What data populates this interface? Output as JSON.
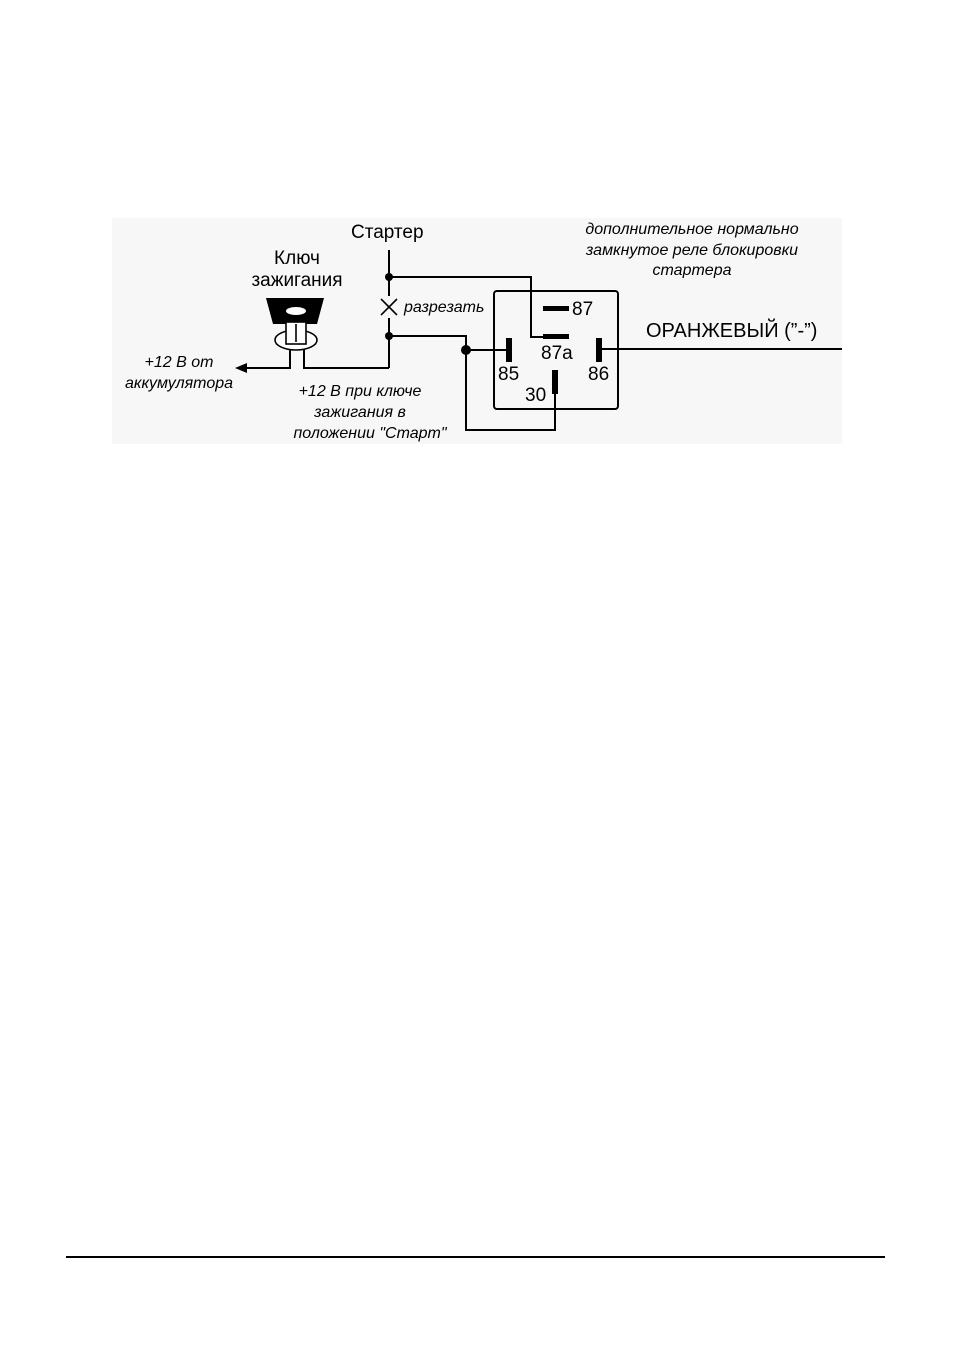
{
  "colors": {
    "line": "#000000",
    "panel": "#f7f7f7",
    "page": "#ffffff"
  },
  "labels": {
    "starter": "Стартер",
    "ignition_key_line1": "Ключ",
    "ignition_key_line2": "зажигания",
    "cut": "разрезать",
    "relay_caption_line1": "дополнительное нормально",
    "relay_caption_line2": "замкнутое реле блокировки",
    "relay_caption_line3": "стартера",
    "battery_line1": "+12 В от",
    "battery_line2": "аккумулятора",
    "start_position_line1": "+12 В при ключе",
    "start_position_line2": "зажигания в",
    "start_position_line3": "положении \"Старт\"",
    "orange_wire": "ОРАНЖЕВЫЙ (”-”)"
  },
  "relay": {
    "pins": {
      "p87": "87",
      "p87a": "87a",
      "p85": "85",
      "p86": "86",
      "p30": "30"
    }
  },
  "icons": {
    "ignition": "ignition-switch-icon",
    "cut_mark": "cut-mark-icon",
    "arrow": "arrow-left-icon"
  }
}
